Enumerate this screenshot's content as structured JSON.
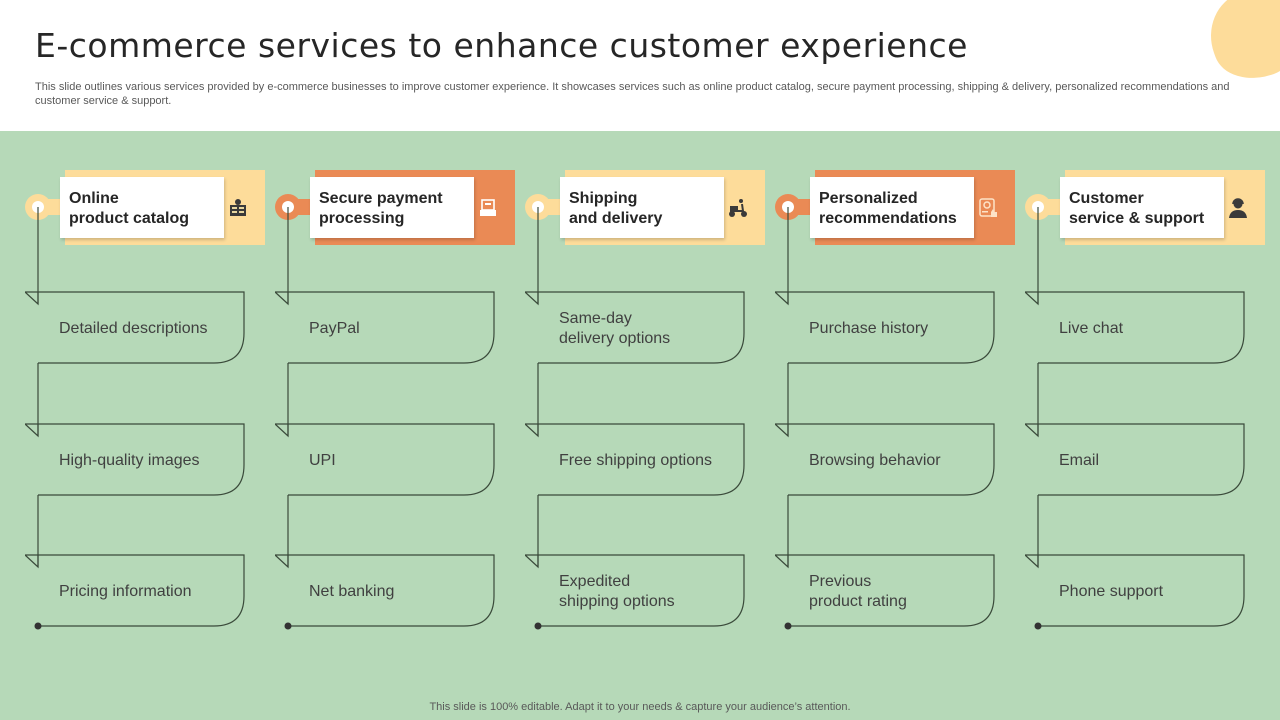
{
  "header": {
    "title": "E-commerce services to enhance customer experience",
    "subtitle": "This slide outlines various services provided by e-commerce businesses to improve customer experience. It showcases services such as online product catalog, secure payment processing, shipping & delivery, personalized recommendations and customer service & support."
  },
  "colors": {
    "background": "#b6d9b8",
    "tag_yellow": "#fddc9a",
    "tag_orange": "#ea8a55",
    "line": "#3a4a3a",
    "accent_blob": "#fddc9a"
  },
  "columns": [
    {
      "title_line1": "Online",
      "title_line2": "product catalog",
      "icon": "catalog-icon",
      "color": "#fddc9a",
      "items": [
        {
          "line1": "Detailed descriptions",
          "line2": ""
        },
        {
          "line1": "High-quality images",
          "line2": ""
        },
        {
          "line1": "Pricing information",
          "line2": ""
        }
      ]
    },
    {
      "title_line1": "Secure payment",
      "title_line2": "processing",
      "icon": "payment-terminal-icon",
      "color": "#ea8a55",
      "items": [
        {
          "line1": "PayPal",
          "line2": ""
        },
        {
          "line1": "UPI",
          "line2": ""
        },
        {
          "line1": "Net banking",
          "line2": ""
        }
      ]
    },
    {
      "title_line1": "Shipping",
      "title_line2": "and delivery",
      "icon": "delivery-scooter-icon",
      "color": "#fddc9a",
      "items": [
        {
          "line1": "Same-day",
          "line2": "delivery options"
        },
        {
          "line1": "Free shipping options",
          "line2": ""
        },
        {
          "line1": "Expedited",
          "line2": "shipping options"
        }
      ]
    },
    {
      "title_line1": "Personalized",
      "title_line2": "recommendations",
      "icon": "user-recommendation-icon",
      "color": "#ea8a55",
      "items": [
        {
          "line1": "Purchase history",
          "line2": ""
        },
        {
          "line1": "Browsing behavior",
          "line2": ""
        },
        {
          "line1": "Previous",
          "line2": "product rating"
        }
      ]
    },
    {
      "title_line1": "Customer",
      "title_line2": "service & support",
      "icon": "support-agent-icon",
      "color": "#fddc9a",
      "items": [
        {
          "line1": "Live chat",
          "line2": ""
        },
        {
          "line1": "Email",
          "line2": ""
        },
        {
          "line1": "Phone support",
          "line2": ""
        }
      ]
    }
  ],
  "footer": {
    "text": "This slide is 100% editable. Adapt it to your needs & capture your audience’s attention."
  }
}
